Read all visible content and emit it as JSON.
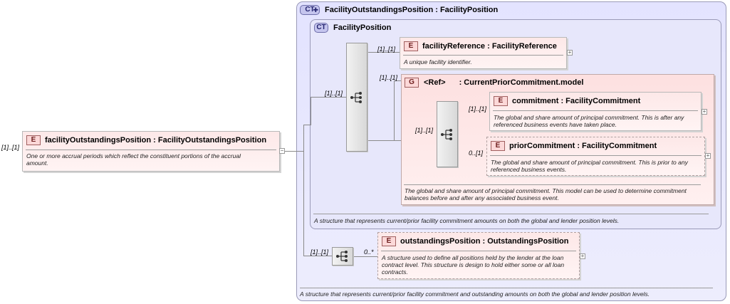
{
  "root": {
    "cardinality": "[1]..[1]",
    "badge": "E",
    "title": "facilityOutstandingsPosition : FacilityOutstandingsPosition",
    "doc": "One or more accrual periods which reflect the constituent portions of the accrual amount.",
    "toggle": "−"
  },
  "outer_type": {
    "badge": "CT",
    "title": "FacilityOutstandingsPosition : FacilityPosition",
    "footer": "A structure that represents current/prior facility commitment and outstanding amounts on both the global and lender position levels."
  },
  "inner_type": {
    "badge": "CT",
    "title": "FacilityPosition",
    "footer": "A structure that represents current/prior facility commitment amounts on both the global and lender position levels.",
    "sequence_cardinality": "[1]..[1]"
  },
  "facility_reference": {
    "cardinality": "[1]..[1]",
    "badge": "E",
    "title": "facilityReference : FacilityReference",
    "doc": "A unique facility identifier.",
    "expand": "+"
  },
  "group": {
    "cardinality": "[1]..[1]",
    "badge": "G",
    "ref": "<Ref>",
    "title": ": CurrentPriorCommitment.model",
    "sequence_cardinality": "[1]..[1]",
    "doc": "The global and share amount of principal commitment. This model can be used to determine commitment balances before and after any associated business event."
  },
  "commitment": {
    "cardinality": "[1]..[1]",
    "badge": "E",
    "title": "commitment : FacilityCommitment",
    "doc": "The global and share amount of principal commitment. This is after any referenced business events have taken place.",
    "expand": "+"
  },
  "prior_commitment": {
    "cardinality": "0..[1]",
    "badge": "E",
    "title": "priorCommitment : FacilityCommitment",
    "doc": "The global and share amount of principal commitment. This is prior to any referenced business events.",
    "expand": "+"
  },
  "outstandings": {
    "sequence_cardinality": "[1]..[1]",
    "cardinality": "0..*",
    "badge": "E",
    "title": "outstandingsPosition : OutstandingsPosition",
    "doc": "A structure used to define all positions held by the lender at the loan contract level. This structure is design to hold either some or all loan contracts.",
    "expand": "+"
  },
  "icons": [
    "sequence-compositor-icon",
    "complex-type-extension-icon"
  ],
  "colors": {
    "element_fill": "#fde8e8",
    "type_fill": "#e3e3ff",
    "badge_ct": "#c5c5ee"
  }
}
